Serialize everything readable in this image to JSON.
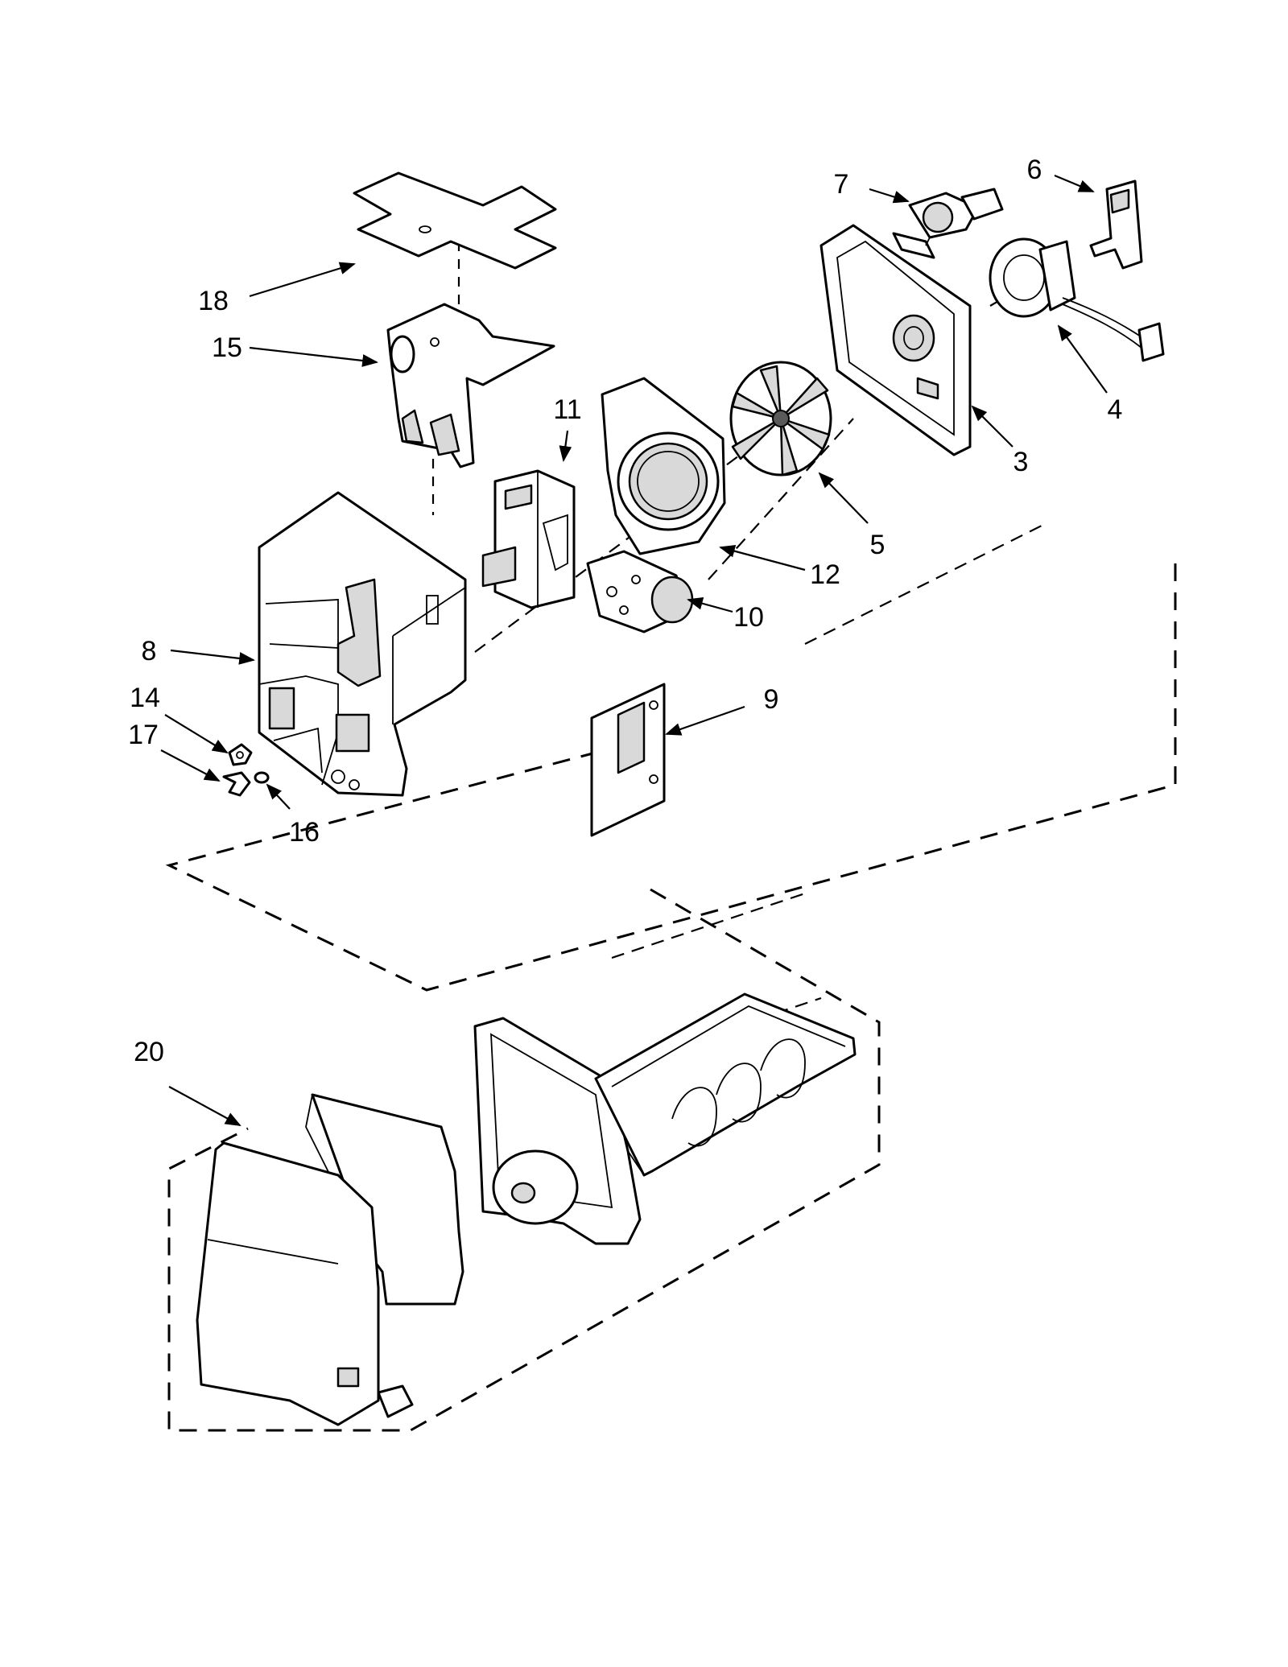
{
  "callouts": [
    {
      "id": "18",
      "label": "18"
    },
    {
      "id": "15",
      "label": "15"
    },
    {
      "id": "11",
      "label": "11"
    },
    {
      "id": "7",
      "label": "7"
    },
    {
      "id": "6",
      "label": "6"
    },
    {
      "id": "4",
      "label": "4"
    },
    {
      "id": "3",
      "label": "3"
    },
    {
      "id": "5",
      "label": "5"
    },
    {
      "id": "12",
      "label": "12"
    },
    {
      "id": "10",
      "label": "10"
    },
    {
      "id": "8",
      "label": "8"
    },
    {
      "id": "9",
      "label": "9"
    },
    {
      "id": "14",
      "label": "14"
    },
    {
      "id": "17",
      "label": "17"
    },
    {
      "id": "16",
      "label": "16"
    },
    {
      "id": "20",
      "label": "20"
    }
  ]
}
